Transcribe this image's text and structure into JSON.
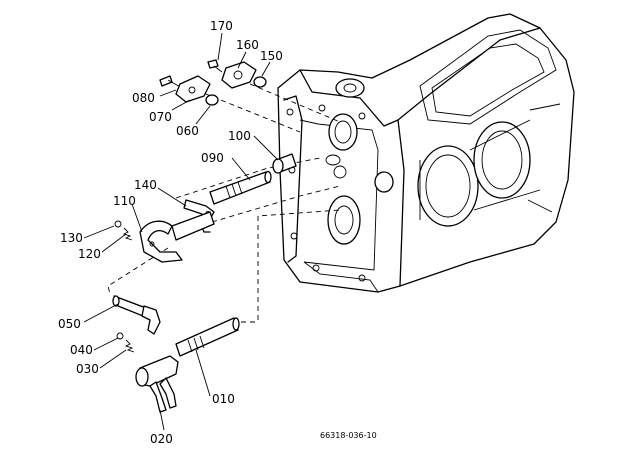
{
  "diagram": {
    "part_labels": {
      "p010": "010",
      "p020": "020",
      "p030": "030",
      "p040": "040",
      "p050": "050",
      "p060": "060",
      "p070": "070",
      "p080": "080",
      "p090": "090",
      "p100": "100",
      "p110": "110",
      "p120": "120",
      "p130": "130",
      "p140": "140",
      "p150": "150",
      "p160": "160",
      "p170": "170"
    },
    "drawing_code": "66318-036-10"
  }
}
